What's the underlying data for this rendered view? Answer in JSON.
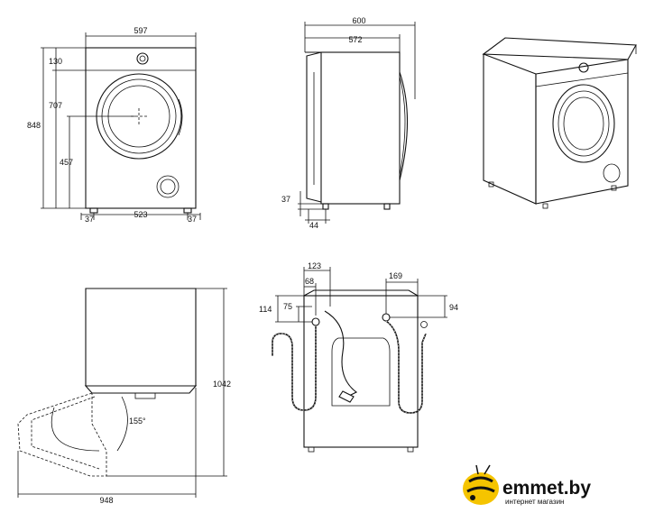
{
  "front_view": {
    "width_label": "597",
    "top_panel_label": "130",
    "height_label": "848",
    "door_top_label": "707",
    "door_center_label": "457",
    "foot_left_label": "37",
    "foot_span_label": "523",
    "foot_right_label": "37"
  },
  "side_view": {
    "depth_total_label": "600",
    "depth_body_label": "572",
    "foot_height_label": "37",
    "foot_offset_label": "44"
  },
  "door_view": {
    "height_door_open_label": "1042",
    "depth_door_open_label": "948",
    "door_angle_label": "155°"
  },
  "rear_view": {
    "inlet_offset_label": "123",
    "inlet_inner_label": "68",
    "inlet_height_outer_label": "114",
    "inlet_height_inner_label": "75",
    "drain_offset_label": "169",
    "drain_height_label": "94"
  },
  "brand": {
    "name": "emmet.by",
    "tagline": "интернет магазин",
    "accent_color": "#f5c400"
  }
}
